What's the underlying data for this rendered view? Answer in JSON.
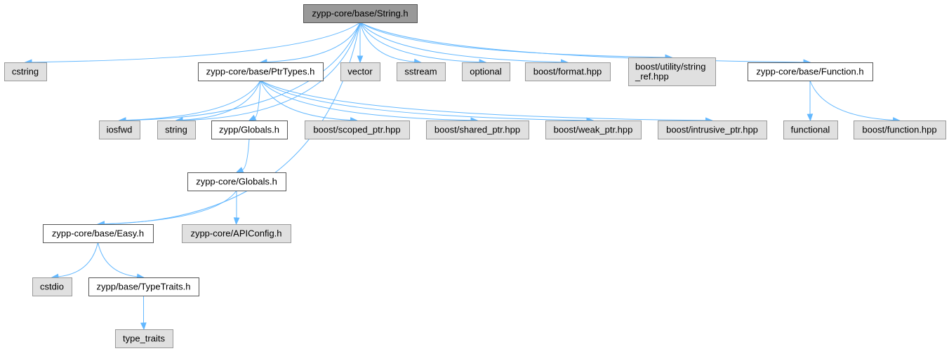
{
  "graph": {
    "colors": {
      "edge": "#63b8ff",
      "root_fill": "#999999",
      "documented_fill": "#ffffff",
      "external_fill": "#e0e0e0",
      "border_dark": "#555555",
      "border_light": "#999999"
    },
    "nodes": [
      {
        "id": "string_h",
        "kind": "root",
        "lines": [
          "zypp-core/base/String.h"
        ]
      },
      {
        "id": "cstring",
        "kind": "external",
        "lines": [
          "cstring"
        ]
      },
      {
        "id": "ptrtypes_h",
        "kind": "documented",
        "lines": [
          "zypp-core/base/PtrTypes.h"
        ]
      },
      {
        "id": "vector",
        "kind": "external",
        "lines": [
          "vector"
        ]
      },
      {
        "id": "sstream",
        "kind": "external",
        "lines": [
          "sstream"
        ]
      },
      {
        "id": "optional",
        "kind": "external",
        "lines": [
          "optional"
        ]
      },
      {
        "id": "boost_format",
        "kind": "external",
        "lines": [
          "boost/format.hpp"
        ]
      },
      {
        "id": "boost_string_ref",
        "kind": "external",
        "lines": [
          "boost/utility/string",
          "_ref.hpp"
        ]
      },
      {
        "id": "function_h",
        "kind": "documented",
        "lines": [
          "zypp-core/base/Function.h"
        ]
      },
      {
        "id": "iosfwd",
        "kind": "external",
        "lines": [
          "iosfwd"
        ]
      },
      {
        "id": "string",
        "kind": "external",
        "lines": [
          "string"
        ]
      },
      {
        "id": "zypp_globals_h",
        "kind": "documented",
        "lines": [
          "zypp/Globals.h"
        ]
      },
      {
        "id": "boost_scoped_ptr",
        "kind": "external",
        "lines": [
          "boost/scoped_ptr.hpp"
        ]
      },
      {
        "id": "boost_shared_ptr",
        "kind": "external",
        "lines": [
          "boost/shared_ptr.hpp"
        ]
      },
      {
        "id": "boost_weak_ptr",
        "kind": "external",
        "lines": [
          "boost/weak_ptr.hpp"
        ]
      },
      {
        "id": "boost_intrusive_ptr",
        "kind": "external",
        "lines": [
          "boost/intrusive_ptr.hpp"
        ]
      },
      {
        "id": "functional",
        "kind": "external",
        "lines": [
          "functional"
        ]
      },
      {
        "id": "boost_function",
        "kind": "external",
        "lines": [
          "boost/function.hpp"
        ]
      },
      {
        "id": "core_globals_h",
        "kind": "documented",
        "lines": [
          "zypp-core/Globals.h"
        ]
      },
      {
        "id": "easy_h",
        "kind": "documented",
        "lines": [
          "zypp-core/base/Easy.h"
        ]
      },
      {
        "id": "apiconfig_h",
        "kind": "external",
        "lines": [
          "zypp-core/APIConfig.h"
        ]
      },
      {
        "id": "cstdio",
        "kind": "external",
        "lines": [
          "cstdio"
        ]
      },
      {
        "id": "typetraits_h",
        "kind": "documented",
        "lines": [
          "zypp/base/TypeTraits.h"
        ]
      },
      {
        "id": "type_traits",
        "kind": "external",
        "lines": [
          "type_traits"
        ]
      }
    ],
    "edges": [
      [
        "string_h",
        "cstring"
      ],
      [
        "string_h",
        "iosfwd"
      ],
      [
        "string_h",
        "string"
      ],
      [
        "string_h",
        "easy_h"
      ],
      [
        "string_h",
        "ptrtypes_h"
      ],
      [
        "string_h",
        "vector"
      ],
      [
        "string_h",
        "sstream"
      ],
      [
        "string_h",
        "optional"
      ],
      [
        "string_h",
        "boost_format"
      ],
      [
        "string_h",
        "boost_string_ref"
      ],
      [
        "string_h",
        "function_h"
      ],
      [
        "ptrtypes_h",
        "iosfwd"
      ],
      [
        "ptrtypes_h",
        "string"
      ],
      [
        "ptrtypes_h",
        "zypp_globals_h"
      ],
      [
        "ptrtypes_h",
        "boost_scoped_ptr"
      ],
      [
        "ptrtypes_h",
        "boost_shared_ptr"
      ],
      [
        "ptrtypes_h",
        "boost_weak_ptr"
      ],
      [
        "ptrtypes_h",
        "boost_intrusive_ptr"
      ],
      [
        "function_h",
        "functional"
      ],
      [
        "function_h",
        "boost_function"
      ],
      [
        "zypp_globals_h",
        "core_globals_h"
      ],
      [
        "core_globals_h",
        "easy_h"
      ],
      [
        "core_globals_h",
        "apiconfig_h"
      ],
      [
        "easy_h",
        "cstdio"
      ],
      [
        "easy_h",
        "typetraits_h"
      ],
      [
        "typetraits_h",
        "type_traits"
      ]
    ]
  }
}
